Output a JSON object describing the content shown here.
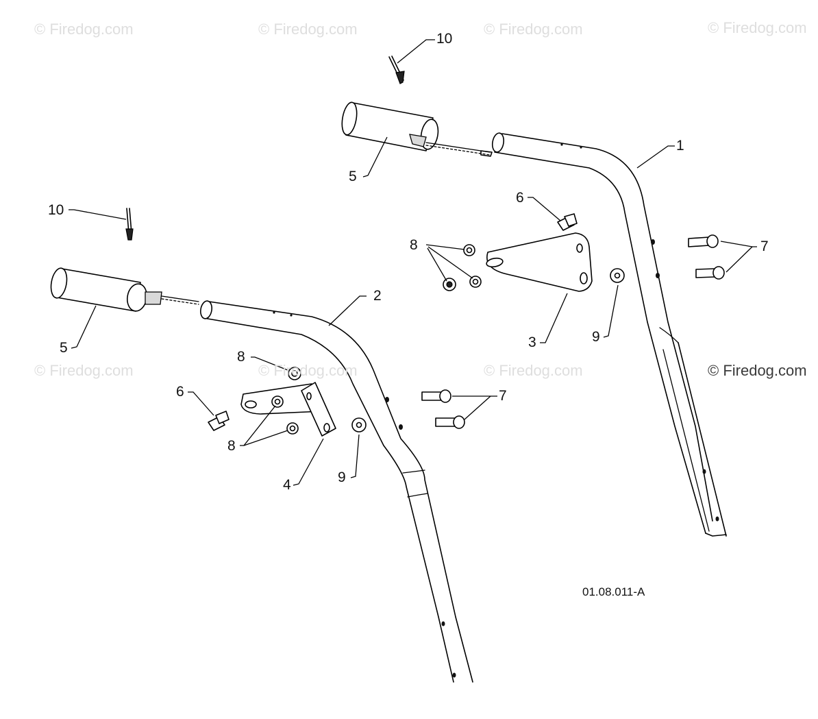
{
  "watermarks": {
    "wm1": "© Firedog.com",
    "wm2": "© Firedog.com",
    "wm3": "© Firedog.com",
    "wm4": "© Firedog.com",
    "wm5": "© Firedog.com",
    "wm6": "© Firedog.com",
    "wm7": "© Firedog.com",
    "wm8": "© Firedog.com"
  },
  "callouts": {
    "c10_top": "10",
    "c5_top": "5",
    "c1": "1",
    "c6_right": "6",
    "c8_right": "8",
    "c7_right": "7",
    "c3": "3",
    "c9_right": "9",
    "c10_left": "10",
    "c2": "2",
    "c5_left": "5",
    "c8_left_top": "8",
    "c6_left": "6",
    "c7_left": "7",
    "c8_left_bottom": "8",
    "c4": "4",
    "c9_left": "9"
  },
  "figure_code": "01.08.011-A"
}
